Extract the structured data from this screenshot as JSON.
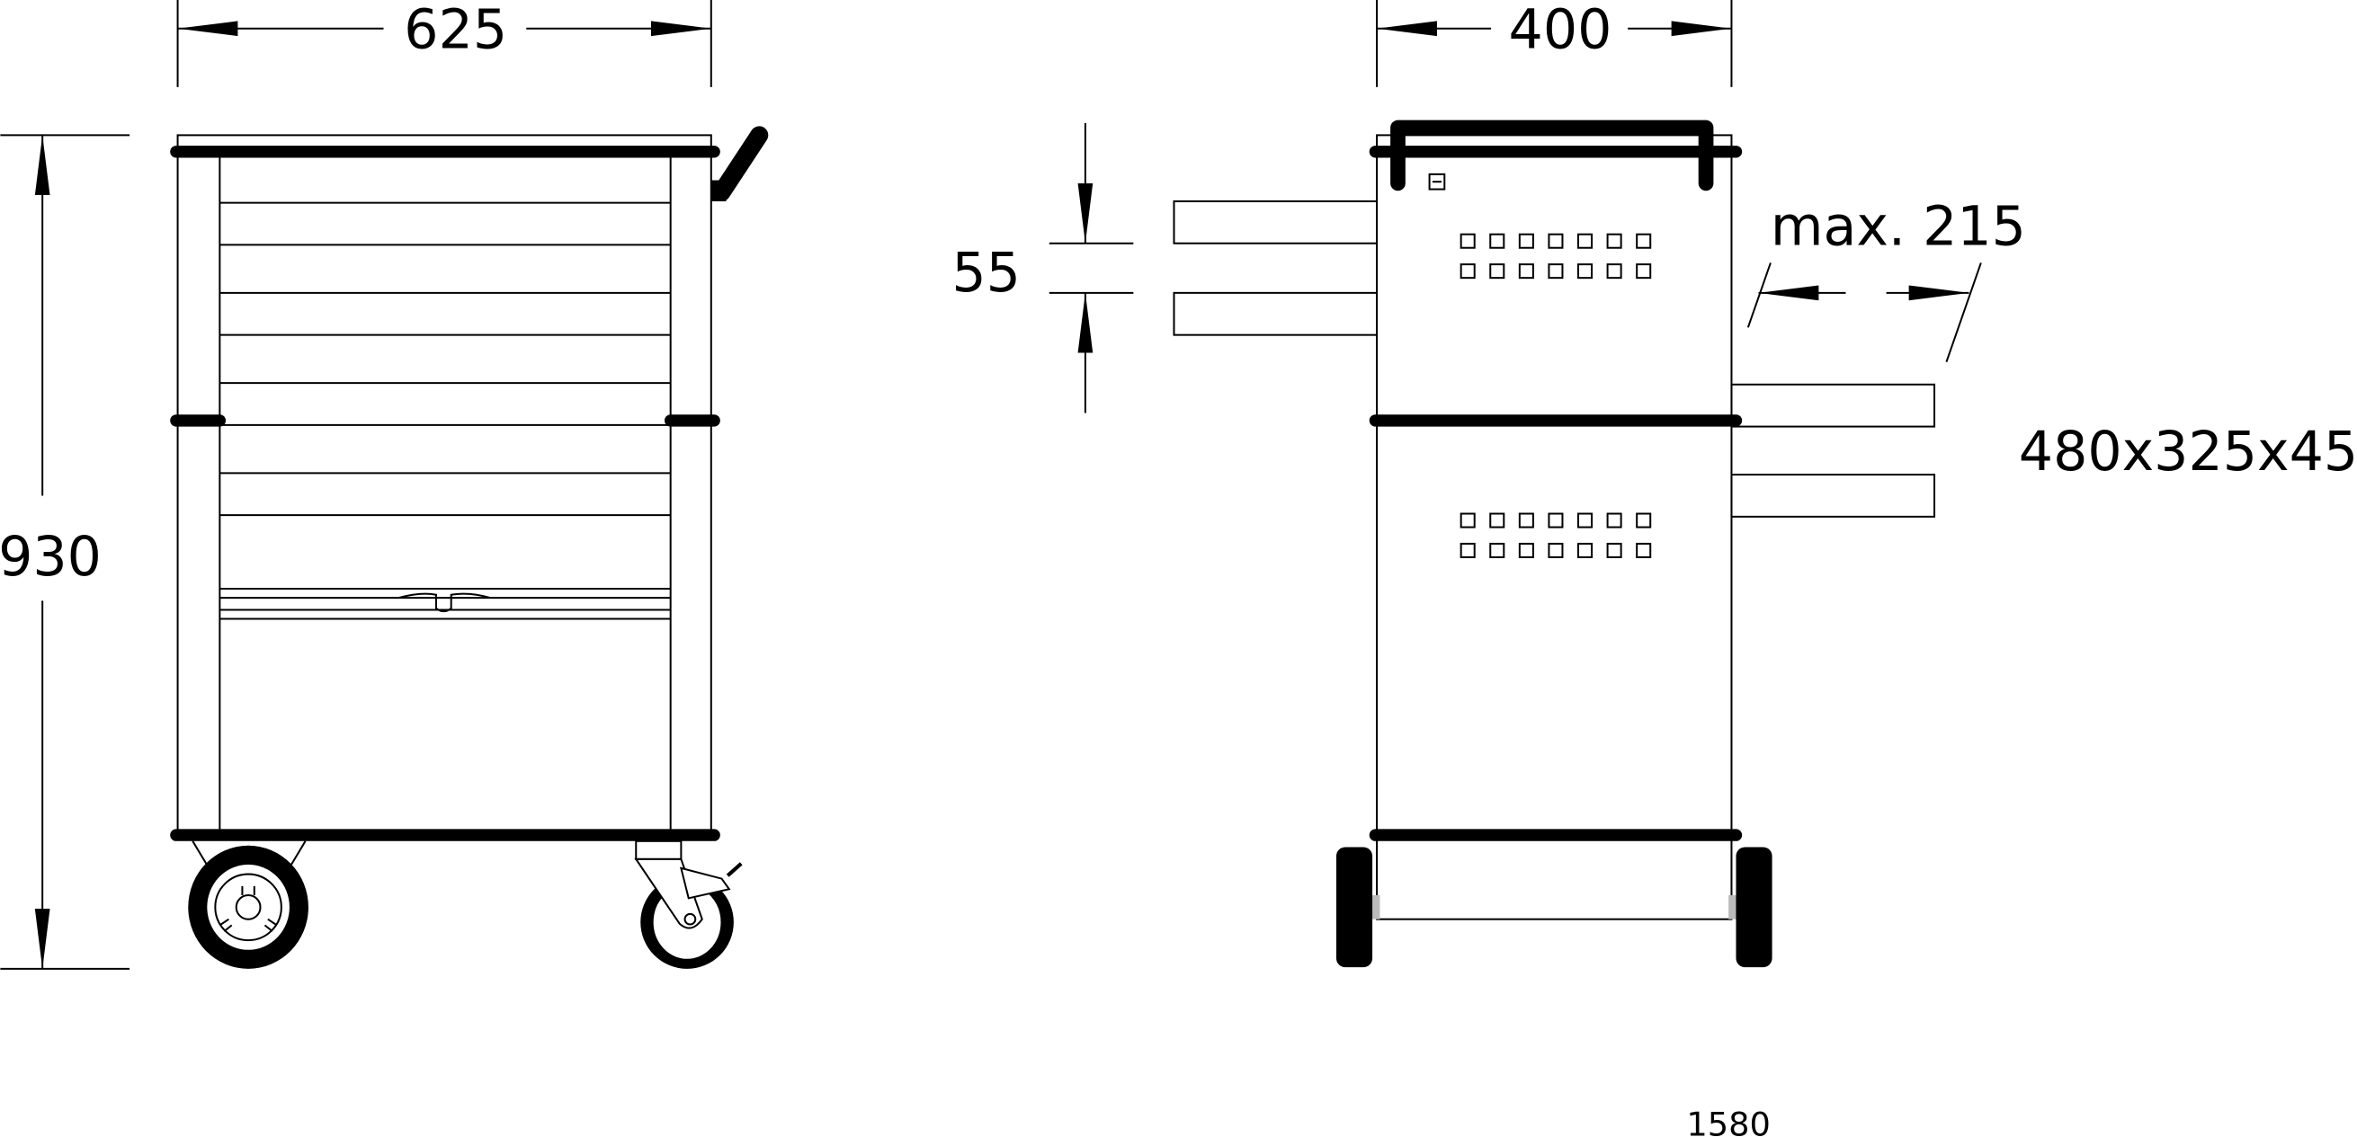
{
  "dimensions": {
    "width_front": "625",
    "height": "930",
    "width_side": "400",
    "drawer_spacing": "55",
    "max_extension": "max. 215",
    "tray_size": "480x325x45",
    "reference": "1580"
  },
  "colors": {
    "line": "#000000",
    "background": "#ffffff"
  }
}
